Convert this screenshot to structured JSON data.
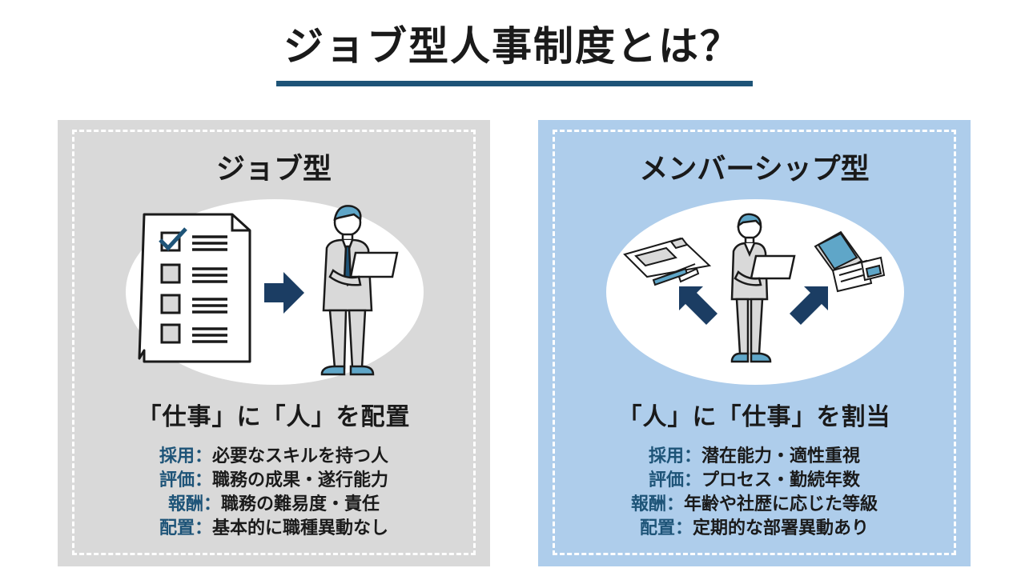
{
  "title": "ジョブ型人事制度とは？",
  "colors": {
    "accent": "#1e5478",
    "left_panel": "#d9d9d9",
    "right_panel": "#aecdeb",
    "arrow": "#1b3d63"
  },
  "job": {
    "heading": "ジョブ型",
    "tagline": "「仕事」に「人」を配置",
    "rows": [
      {
        "label": "採用",
        "sep": "：",
        "value": "必要なスキルを持つ人"
      },
      {
        "label": "評価",
        "sep": "：",
        "value": "職務の成果・遂行能力"
      },
      {
        "label": "報酬",
        "sep": "：",
        "value": "職務の難易度・責任"
      },
      {
        "label": "配置",
        "sep": "：",
        "value": "基本的に職種異動なし"
      }
    ],
    "icons": [
      "checklist-icon",
      "arrow-right-icon",
      "businessman-laptop-icon"
    ]
  },
  "membership": {
    "heading": "メンバーシップ型",
    "tagline": "「人」に「仕事」を割当",
    "rows": [
      {
        "label": "採用",
        "sep": "：",
        "value": "潜在能力・適性重視"
      },
      {
        "label": "評価",
        "sep": "：",
        "value": "プロセス・勤続年数"
      },
      {
        "label": "報酬",
        "sep": "：",
        "value": "年齢や社歴に応じた等級"
      },
      {
        "label": "配置",
        "sep": "：",
        "value": "定期的な部署異動あり"
      }
    ],
    "icons": [
      "blueprint-icon",
      "arrow-up-left-icon",
      "businesswoman-laptop-icon",
      "arrow-up-right-icon",
      "documents-icon"
    ]
  }
}
